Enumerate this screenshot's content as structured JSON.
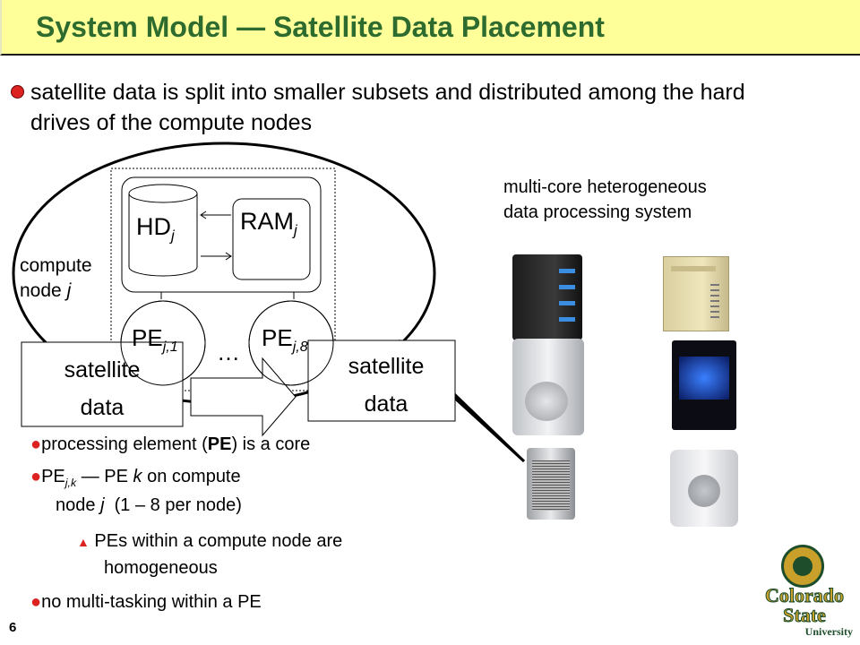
{
  "title": "System Model — Satellite Data Placement",
  "main_bullet": "satellite data is split into smaller subsets and distributed among the hard drives of the compute nodes",
  "compute_node_label": {
    "line1": "compute",
    "line2_prefix": "node ",
    "line2_var": "j"
  },
  "system_label": {
    "line1": "multi-core heterogeneous",
    "line2": "data processing system"
  },
  "diagram": {
    "hd": "HD",
    "hd_sub": "j",
    "ram": "RAM",
    "ram_sub": "j",
    "pe_left": "PE",
    "pe_left_sub": "j,1",
    "pe_right": "PE",
    "pe_right_sub": "j,8",
    "ellipsis": "…"
  },
  "satellite_left": {
    "line1": "satellite",
    "line2": "data"
  },
  "satellite_right": {
    "line1": "satellite",
    "line2": "data"
  },
  "bullets": {
    "b1_pre": "processing element (",
    "b1_bold": "PE",
    "b1_post": ") is a core",
    "b2_pe": "PE",
    "b2_sub": "j,k",
    "b2_mid": " — PE ",
    "b2_k": "k",
    "b2_post": " on compute",
    "b2_line2_pre": "node ",
    "b2_line2_j": "j",
    "b2_line2_post": "  (1 – 8 per node)",
    "b3_line1": "PEs within a compute node are",
    "b3_line2": "homogeneous",
    "b4": "no multi-tasking within a PE"
  },
  "slide_number": "6",
  "logo": {
    "line1": "Colorado",
    "line2": "State",
    "line3": "University"
  },
  "colors": {
    "title": "#2e6b2e",
    "title_bg": "#ffff99",
    "bullet": "#d22222",
    "logo_green": "#1e4d2b",
    "logo_gold": "#c8a02a"
  }
}
